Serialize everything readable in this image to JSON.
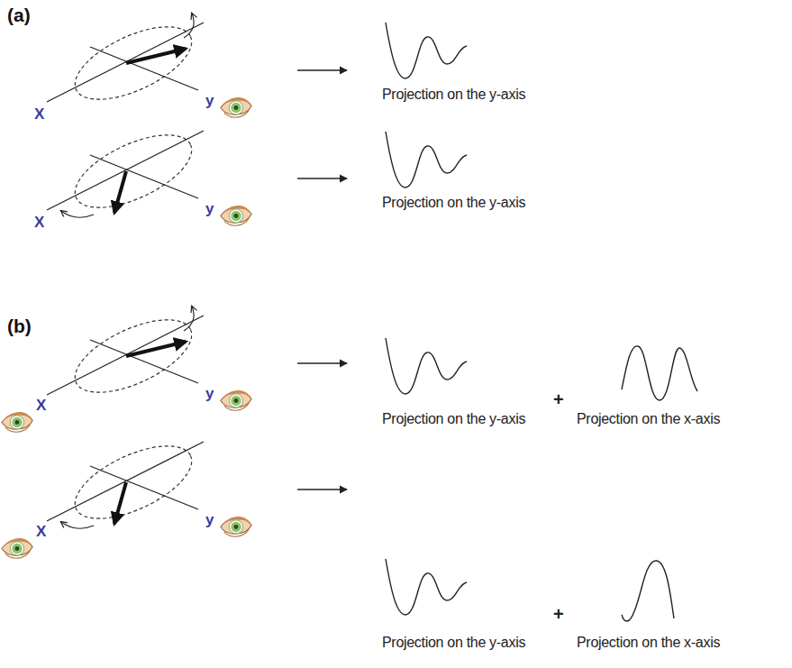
{
  "diagram": {
    "labels": [
      "(a)",
      "X",
      "y",
      "Projection on the y-axis",
      "X",
      "y",
      "Projection on the y-axis",
      "(b)",
      "X",
      "y",
      "Projection on the y-axis",
      "+",
      "Projection on the x-axis",
      "X",
      "y",
      "Projection on the y-axis",
      "+",
      "Projection on the x-axis"
    ]
  }
}
